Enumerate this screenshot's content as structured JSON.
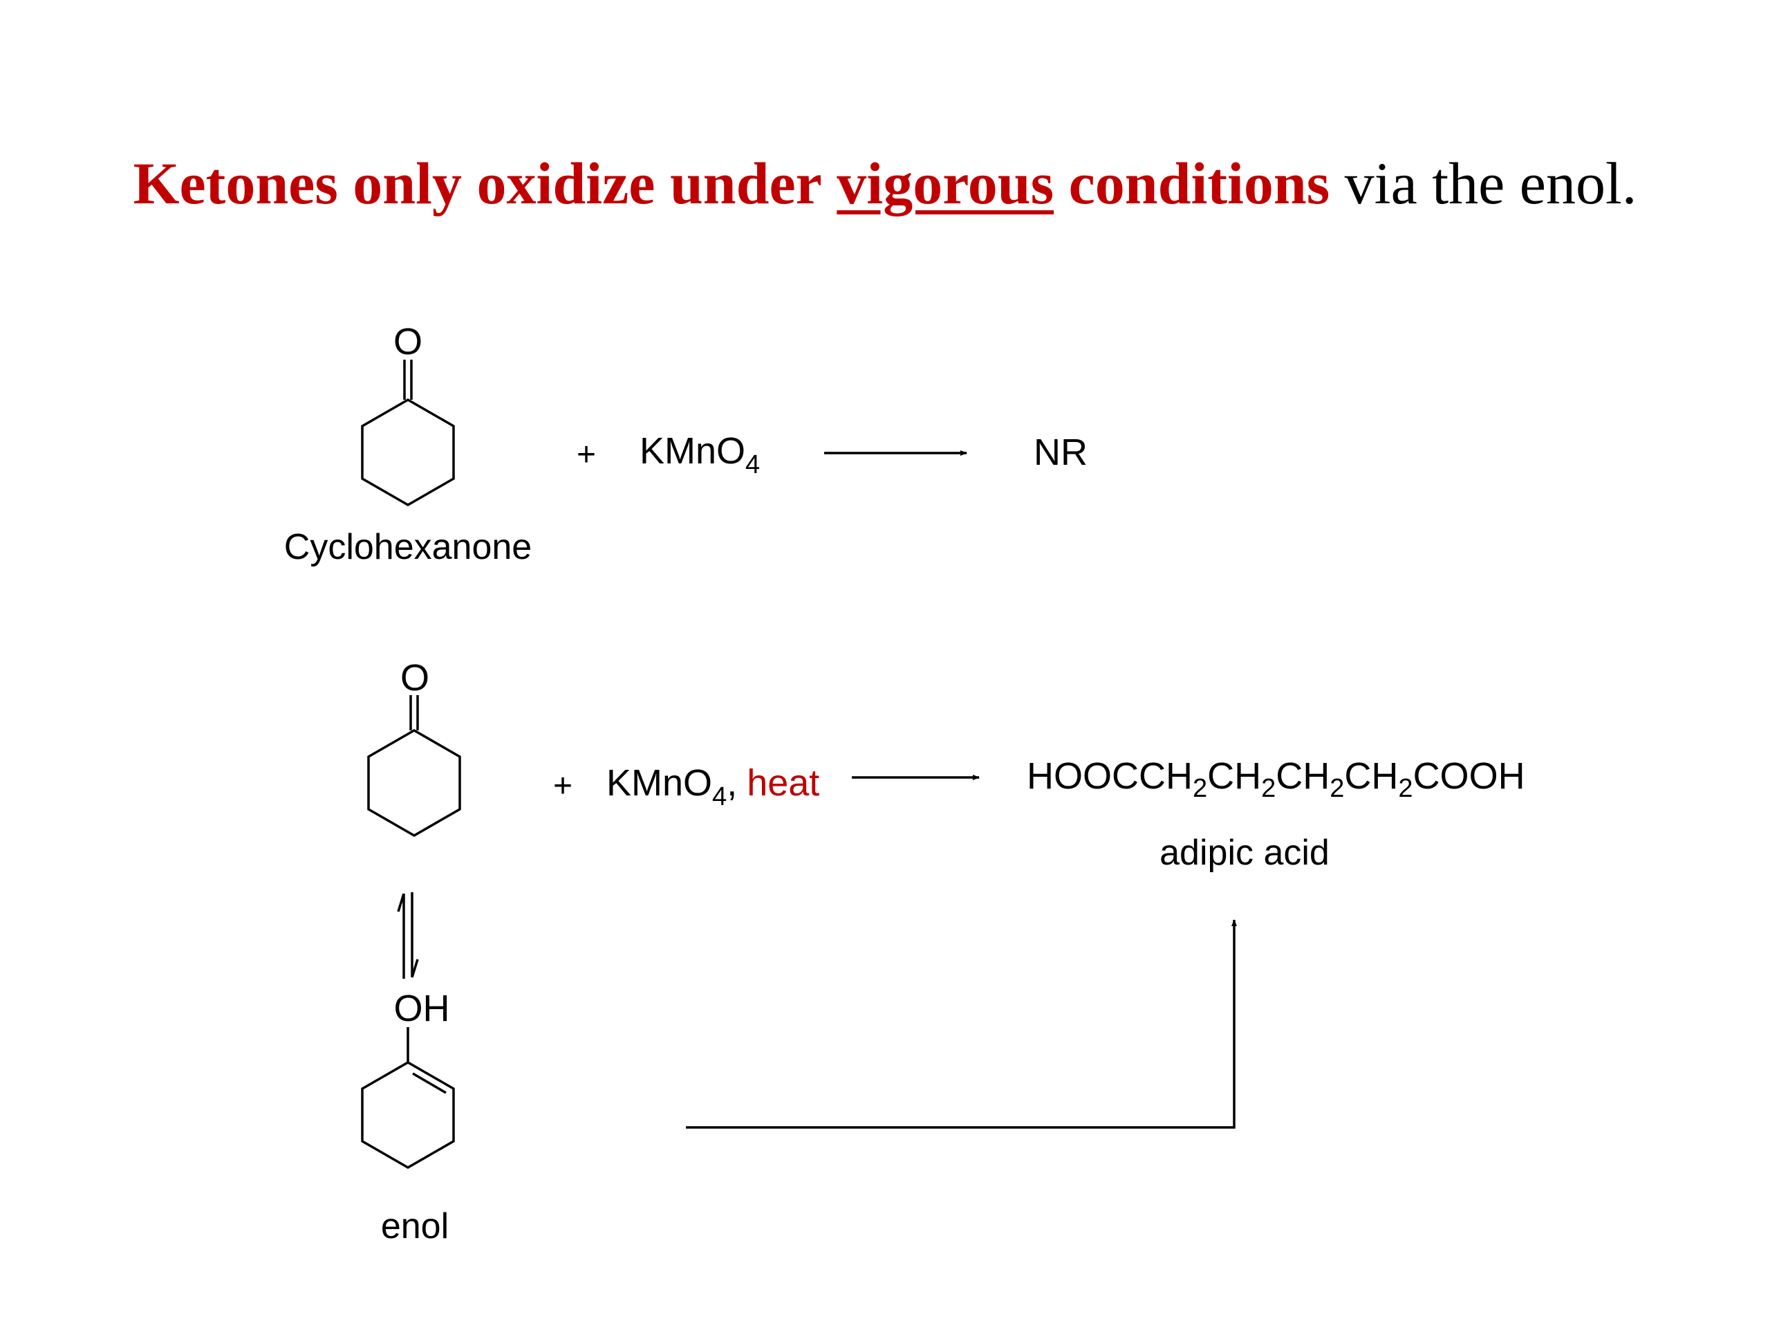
{
  "title": {
    "part1": "Ketones only oxidize under",
    "part2": "vigorous",
    "part3": "conditions",
    "part4": "via the enol.",
    "red_color": "#c00000"
  },
  "reaction1": {
    "ketone_o": "O",
    "reactant_label": "Cyclohexanone",
    "plus": "+",
    "reagent": "KMnO",
    "reagent_sub": "4",
    "product": "NR"
  },
  "reaction2": {
    "ketone_o": "O",
    "plus": "+",
    "reagent": "KMnO",
    "reagent_sub": "4",
    "comma": ",",
    "condition": "heat",
    "product_parts": [
      "HOOCCH",
      "2",
      "CH",
      "2",
      "CH",
      "2",
      "CH",
      "2",
      "COOH"
    ],
    "product_label": "adipic acid",
    "enol_oh": "OH",
    "enol_label": "enol"
  }
}
